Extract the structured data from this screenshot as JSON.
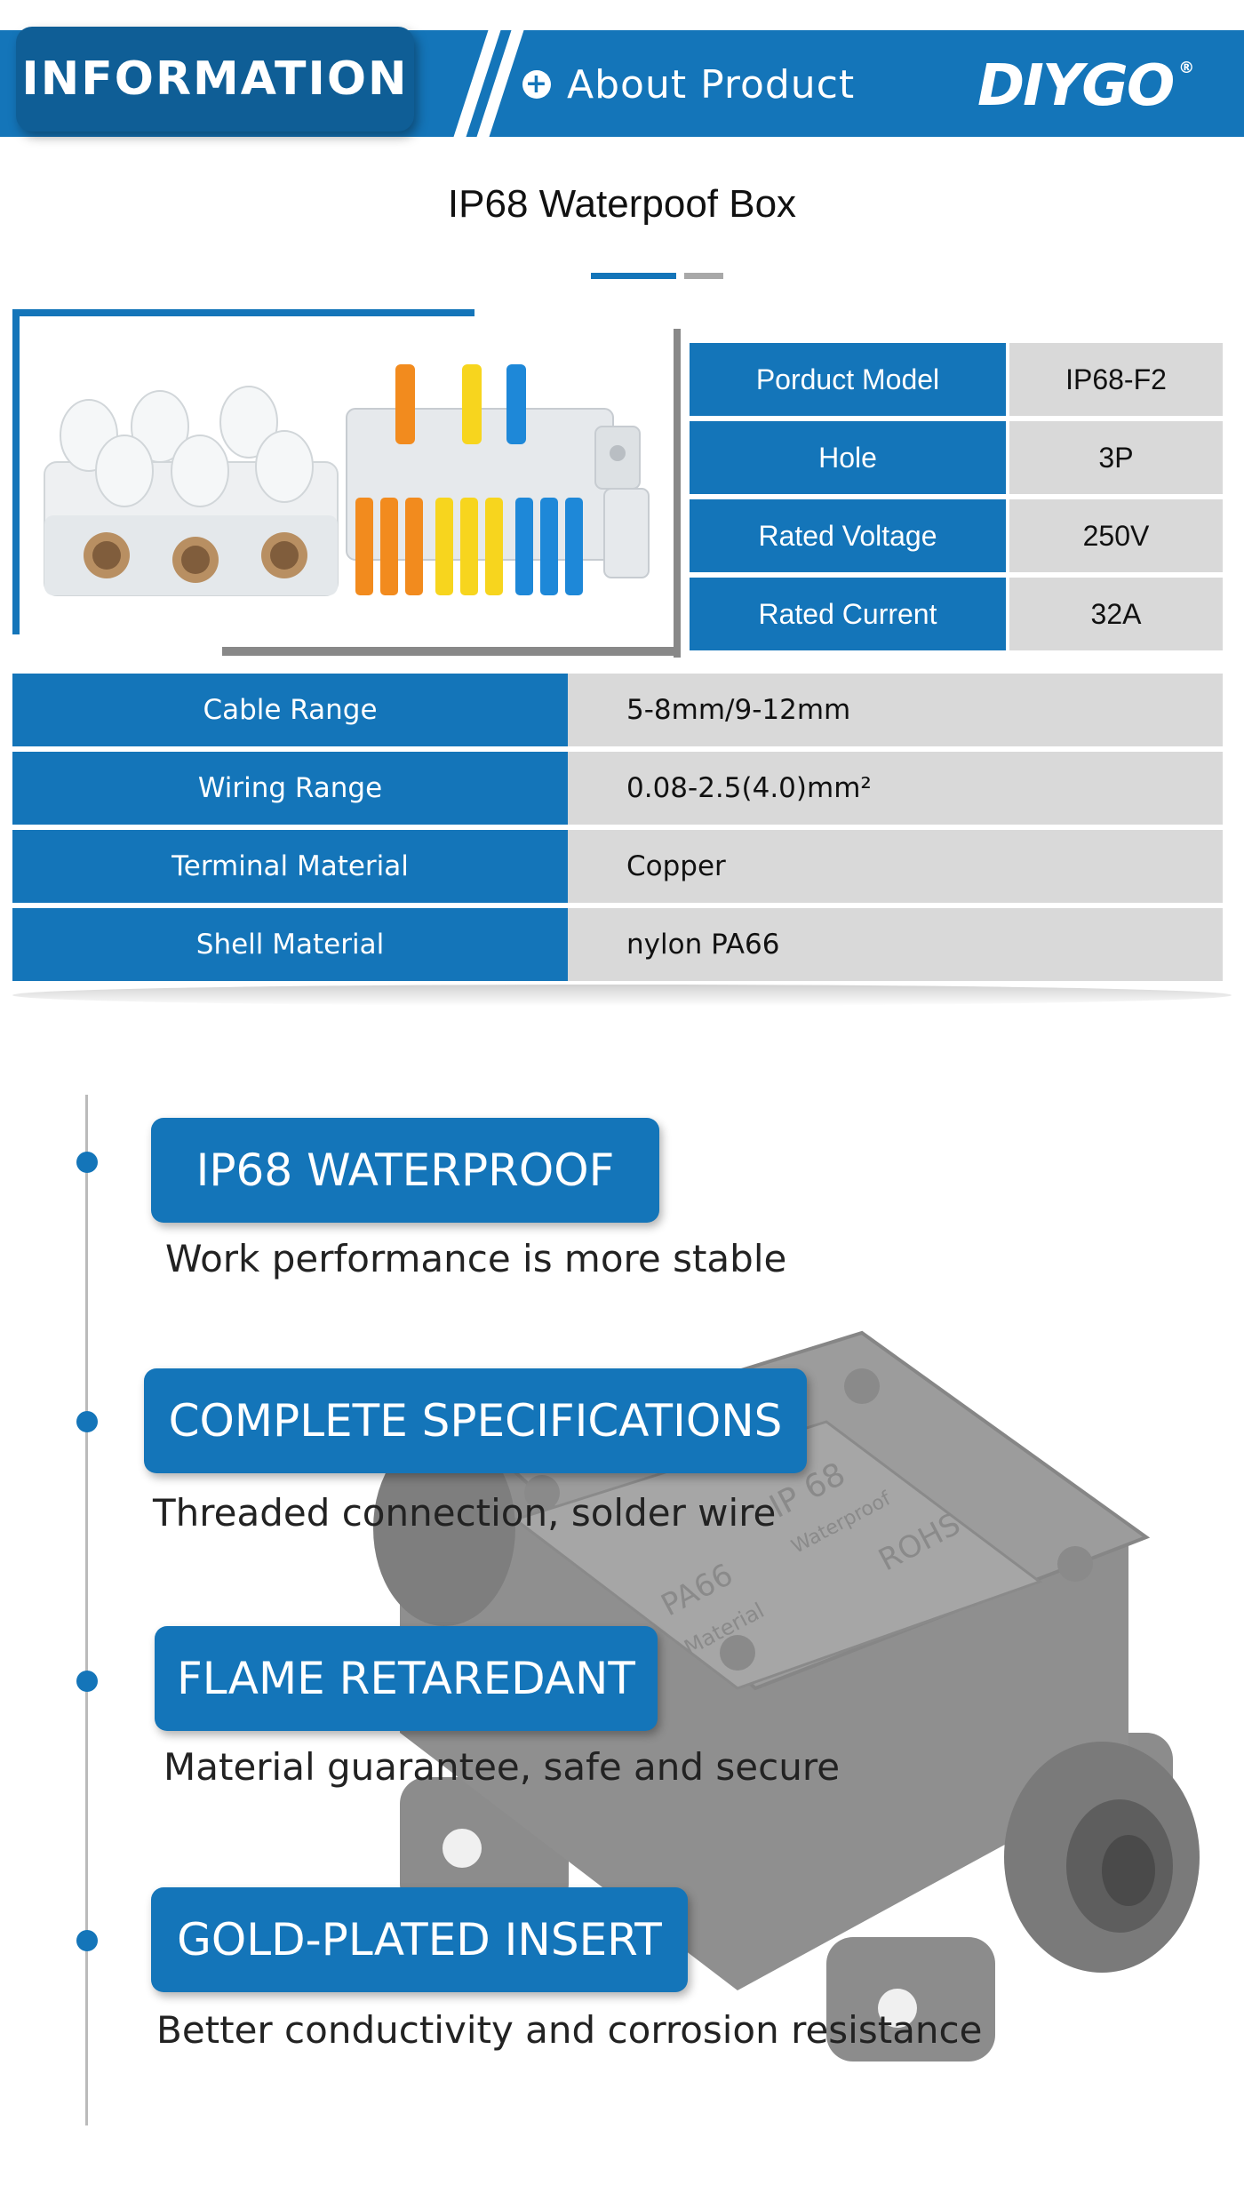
{
  "header": {
    "tab_label": "INFORMATION",
    "section_label": "About Product",
    "brand": "DIYGO",
    "brand_mark": "®"
  },
  "title": "IP68 Waterpoof Box",
  "product_image": {
    "items": [
      "clear-terminal-block",
      "lever-connector-orange-yellow-blue"
    ],
    "lever_colors": [
      "#f28b1e",
      "#f7d51e",
      "#1e88d8"
    ]
  },
  "spec_table_top": [
    {
      "label": "Porduct Model",
      "value": "IP68-F2"
    },
    {
      "label": "Hole",
      "value": "3P"
    },
    {
      "label": "Rated Voltage",
      "value": "250V"
    },
    {
      "label": "Rated Current",
      "value": "32A"
    }
  ],
  "spec_table_bottom": [
    {
      "label": "Cable Range",
      "value": "5-8mm/9-12mm"
    },
    {
      "label": "Wiring Range",
      "value": "0.08-2.5(4.0)mm²"
    },
    {
      "label": "Terminal Material",
      "value": "Copper"
    },
    {
      "label": "Shell Material",
      "value": "nylon PA66"
    }
  ],
  "features": [
    {
      "title": "IP68 WATERPROOF",
      "desc": "Work performance is more stable"
    },
    {
      "title": "COMPLETE SPECIFICATIONS",
      "desc": "Threaded connection, solder wire"
    },
    {
      "title": "FLAME RETAREDANT",
      "desc": "Material guarantee, safe and secure"
    },
    {
      "title": "GOLD-PLATED INSERT",
      "desc": "Better conductivity and corrosion resistance"
    }
  ],
  "box_image": {
    "lid_text": [
      "PA66",
      "Material",
      "IP 68",
      "Waterproof",
      "ROHS"
    ]
  },
  "colors": {
    "accent": "#1475b9",
    "accent_dark": "#0f5e96",
    "cell_gray": "#d9d9d9"
  }
}
